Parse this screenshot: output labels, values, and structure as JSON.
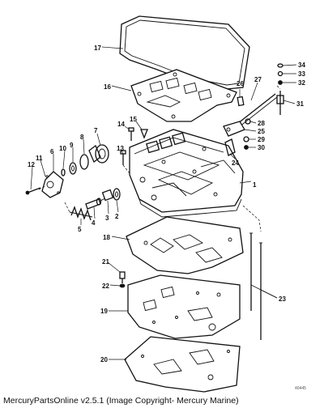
{
  "callouts": [
    "1",
    "2",
    "3",
    "4",
    "5",
    "6",
    "7",
    "8",
    "9",
    "10",
    "11",
    "12",
    "13",
    "14",
    "15",
    "16",
    "17",
    "18",
    "19",
    "20",
    "21",
    "22",
    "23",
    "24",
    "25",
    "26",
    "27",
    "28",
    "29",
    "30",
    "31",
    "32",
    "33",
    "34"
  ],
  "drawing_code": "40445",
  "footer": "MercuryPartsOnline v2.5.1 (Image Copyright- Mercury Marine)"
}
